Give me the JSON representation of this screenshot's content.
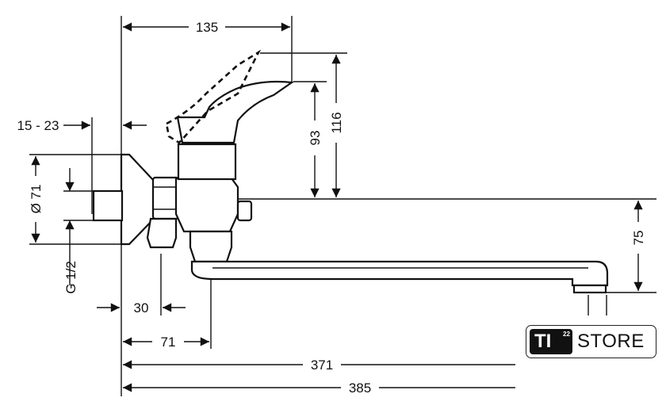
{
  "dimensions": {
    "top_width": "135",
    "wall_offset": "15 - 23",
    "diameter": "Ø 71",
    "thread": "G 1/2",
    "handle_height_93": "93",
    "handle_height_116": "116",
    "spout_height": "75",
    "eccentric_30": "30",
    "spout_base_71": "71",
    "spout_reach_371": "371",
    "spout_reach_385": "385"
  },
  "logo": {
    "mark": "TI",
    "superscript": "22",
    "word": "STORE"
  }
}
